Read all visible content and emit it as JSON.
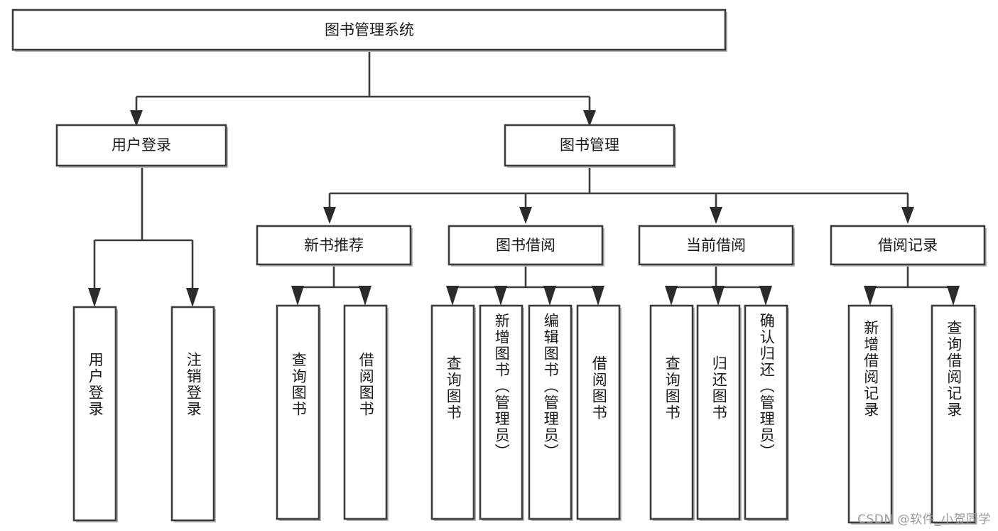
{
  "diagram": {
    "title": "图书管理系统",
    "type": "tree",
    "watermark": "CSDN @软件_小贺同学",
    "colors": {
      "box_stroke": "#3c3c3c",
      "box_fill": "#ffffff",
      "edge": "#3c3c3c",
      "arrow": "#2b2b2b",
      "text": "#1a1a1a",
      "watermark": "#9a9a9a",
      "background": "#ffffff"
    },
    "root": {
      "id": "root",
      "label": "图书管理系统",
      "orientation": "horizontal"
    },
    "level2": [
      {
        "id": "user-login",
        "label": "用户登录",
        "orientation": "horizontal"
      },
      {
        "id": "book-manage",
        "label": "图书管理",
        "orientation": "horizontal"
      }
    ],
    "level3": [
      {
        "id": "new-book-recommend",
        "label": "新书推荐",
        "parent": "book-manage",
        "orientation": "horizontal"
      },
      {
        "id": "book-borrow",
        "label": "图书借阅",
        "parent": "book-manage",
        "orientation": "horizontal"
      },
      {
        "id": "current-borrow",
        "label": "当前借阅",
        "parent": "book-manage",
        "orientation": "horizontal"
      },
      {
        "id": "borrow-record",
        "label": "借阅记录",
        "parent": "book-manage",
        "orientation": "horizontal"
      }
    ],
    "leaves": [
      {
        "id": "leaf-user-login",
        "label": "用户登录",
        "parent": "user-login",
        "orientation": "vertical"
      },
      {
        "id": "leaf-logout",
        "label": "注销登录",
        "parent": "user-login",
        "orientation": "vertical"
      },
      {
        "id": "leaf-query-book-1",
        "label": "查询图书",
        "parent": "new-book-recommend",
        "orientation": "vertical"
      },
      {
        "id": "leaf-borrow-book-1",
        "label": "借阅图书",
        "parent": "new-book-recommend",
        "orientation": "vertical"
      },
      {
        "id": "leaf-query-book-2",
        "label": "查询图书",
        "parent": "book-borrow",
        "orientation": "vertical"
      },
      {
        "id": "leaf-add-book",
        "label": "新增图书（管理员）",
        "parent": "book-borrow",
        "orientation": "vertical"
      },
      {
        "id": "leaf-edit-book",
        "label": "编辑图书（管理员）",
        "parent": "book-borrow",
        "orientation": "vertical"
      },
      {
        "id": "leaf-borrow-book-2",
        "label": "借阅图书",
        "parent": "book-borrow",
        "orientation": "vertical"
      },
      {
        "id": "leaf-query-book-3",
        "label": "查询图书",
        "parent": "current-borrow",
        "orientation": "vertical"
      },
      {
        "id": "leaf-return-book",
        "label": "归还图书",
        "parent": "current-borrow",
        "orientation": "vertical"
      },
      {
        "id": "leaf-confirm-return",
        "label": "确认归还（管理员）",
        "parent": "current-borrow",
        "orientation": "vertical"
      },
      {
        "id": "leaf-add-record",
        "label": "新增借阅记录",
        "parent": "borrow-record",
        "orientation": "vertical"
      },
      {
        "id": "leaf-query-record",
        "label": "查询借阅记录",
        "parent": "borrow-record",
        "orientation": "vertical"
      }
    ]
  }
}
